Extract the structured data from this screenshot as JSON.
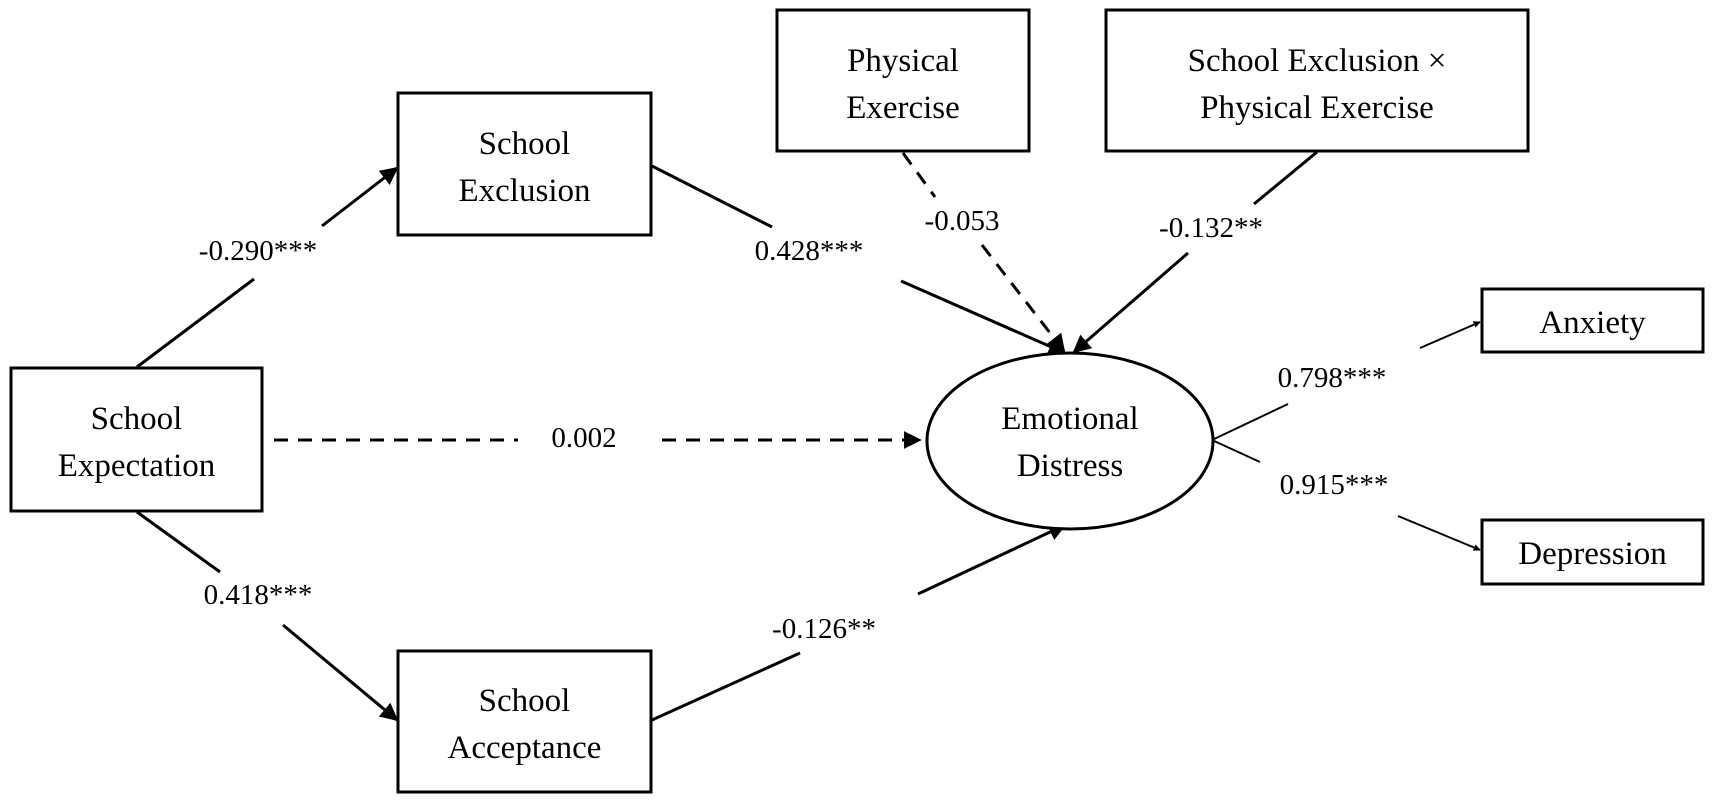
{
  "nodes": {
    "school_expectation": [
      "School",
      "Expectation"
    ],
    "school_exclusion": [
      "School",
      "Exclusion"
    ],
    "school_acceptance": [
      "School",
      "Acceptance"
    ],
    "physical_exercise": [
      "Physical",
      "Exercise"
    ],
    "interaction": [
      "School Exclusion ×",
      "Physical Exercise"
    ],
    "emotional_distress": [
      "Emotional",
      "Distress"
    ],
    "anxiety": "Anxiety",
    "depression": "Depression"
  },
  "paths": {
    "expectation_to_exclusion": "-0.290***",
    "exclusion_to_distress": "0.428***",
    "exercise_to_distress": "-0.053",
    "interaction_to_distress": "-0.132**",
    "expectation_to_distress": "0.002",
    "expectation_to_acceptance": "0.418***",
    "acceptance_to_distress": "-0.126**",
    "distress_to_anxiety": "0.798***",
    "distress_to_depression": "0.915***"
  },
  "colors": {
    "line": "#000000",
    "background": "#ffffff"
  }
}
